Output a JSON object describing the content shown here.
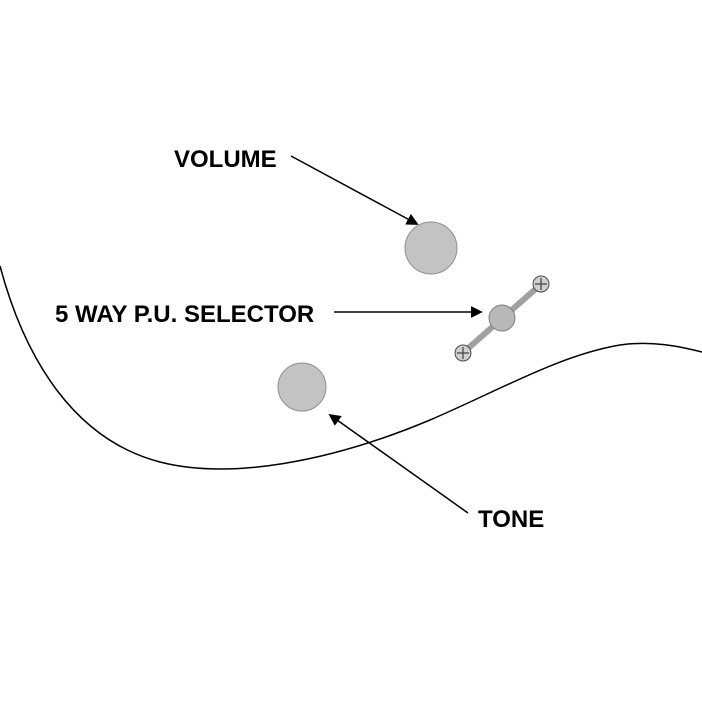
{
  "diagram": {
    "labels": {
      "volume": "VOLUME",
      "selector": "5 WAY P.U. SELECTOR",
      "tone": "TONE"
    },
    "colors": {
      "background": "#ffffff",
      "line": "#000000",
      "knob_fill": "#c3c3c3",
      "knob_stroke": "#8f8f8f",
      "lever_fill": "#a0a0a0",
      "selector_knob_fill": "#b8b8b8",
      "selector_knob_stroke": "#7d7d7d",
      "screw_fill": "#cfcfcf",
      "screw_stroke": "#4a4a4a"
    }
  }
}
